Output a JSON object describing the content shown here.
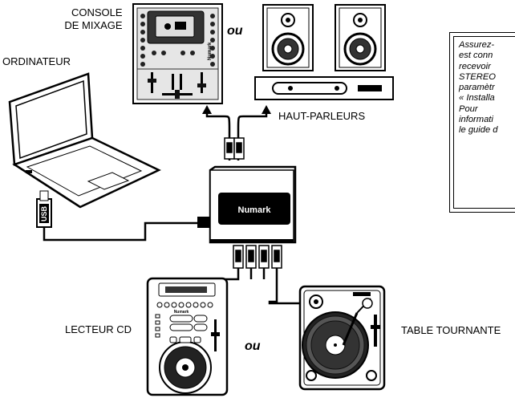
{
  "labels": {
    "console": [
      "CONSOLE",
      "DE MIXAGE"
    ],
    "computer": "ORDINATEUR",
    "speakers": "HAUT-PARLEURS",
    "cd_player": "LECTEUR CD",
    "turntable": "TABLE TOURNANTE",
    "or_top": "ou",
    "or_bottom": "ou",
    "usb": "USB",
    "interface_brand": "Numark",
    "mixer_brand": "Numark",
    "cd_brand": "Numark"
  },
  "note_lines": [
    "Assurez-",
    "est conn",
    "recevoir",
    "STEREO",
    "paramètr",
    "« Installa",
    "Pour",
    "informati",
    "le guide d"
  ]
}
